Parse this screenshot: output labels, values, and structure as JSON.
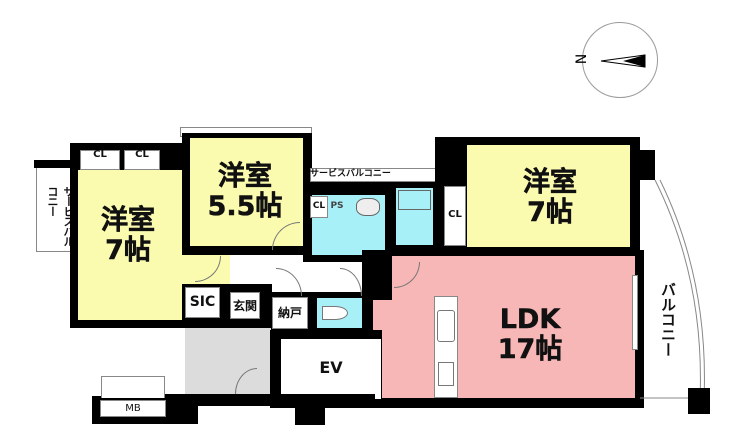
{
  "compass": {
    "label": "N"
  },
  "rooms": {
    "bedroom_left": {
      "name": "洋室",
      "size": "7帖"
    },
    "bedroom_center": {
      "name": "洋室",
      "size": "5.5帖"
    },
    "bedroom_right": {
      "name": "洋室",
      "size": "7帖"
    },
    "ldk": {
      "name": "LDK",
      "size": "17帖"
    }
  },
  "labels": {
    "cl_1": "CL",
    "cl_2": "CL",
    "cl_3": "CL",
    "cl_4": "CL",
    "ps": "PS",
    "sic": "SIC",
    "genkan": "玄関",
    "nando": "納戸",
    "ev": "EV",
    "mb": "MB",
    "service_balcony_left": "サービスバルコニー",
    "service_balcony_top": "サービスバルコニー",
    "balcony": "バルコニー"
  },
  "colors": {
    "western_room": "#fbfbb0",
    "ldk": "#f8b7b7",
    "wet_area": "#a8f0f8",
    "entrance": "#dcdcdc"
  }
}
